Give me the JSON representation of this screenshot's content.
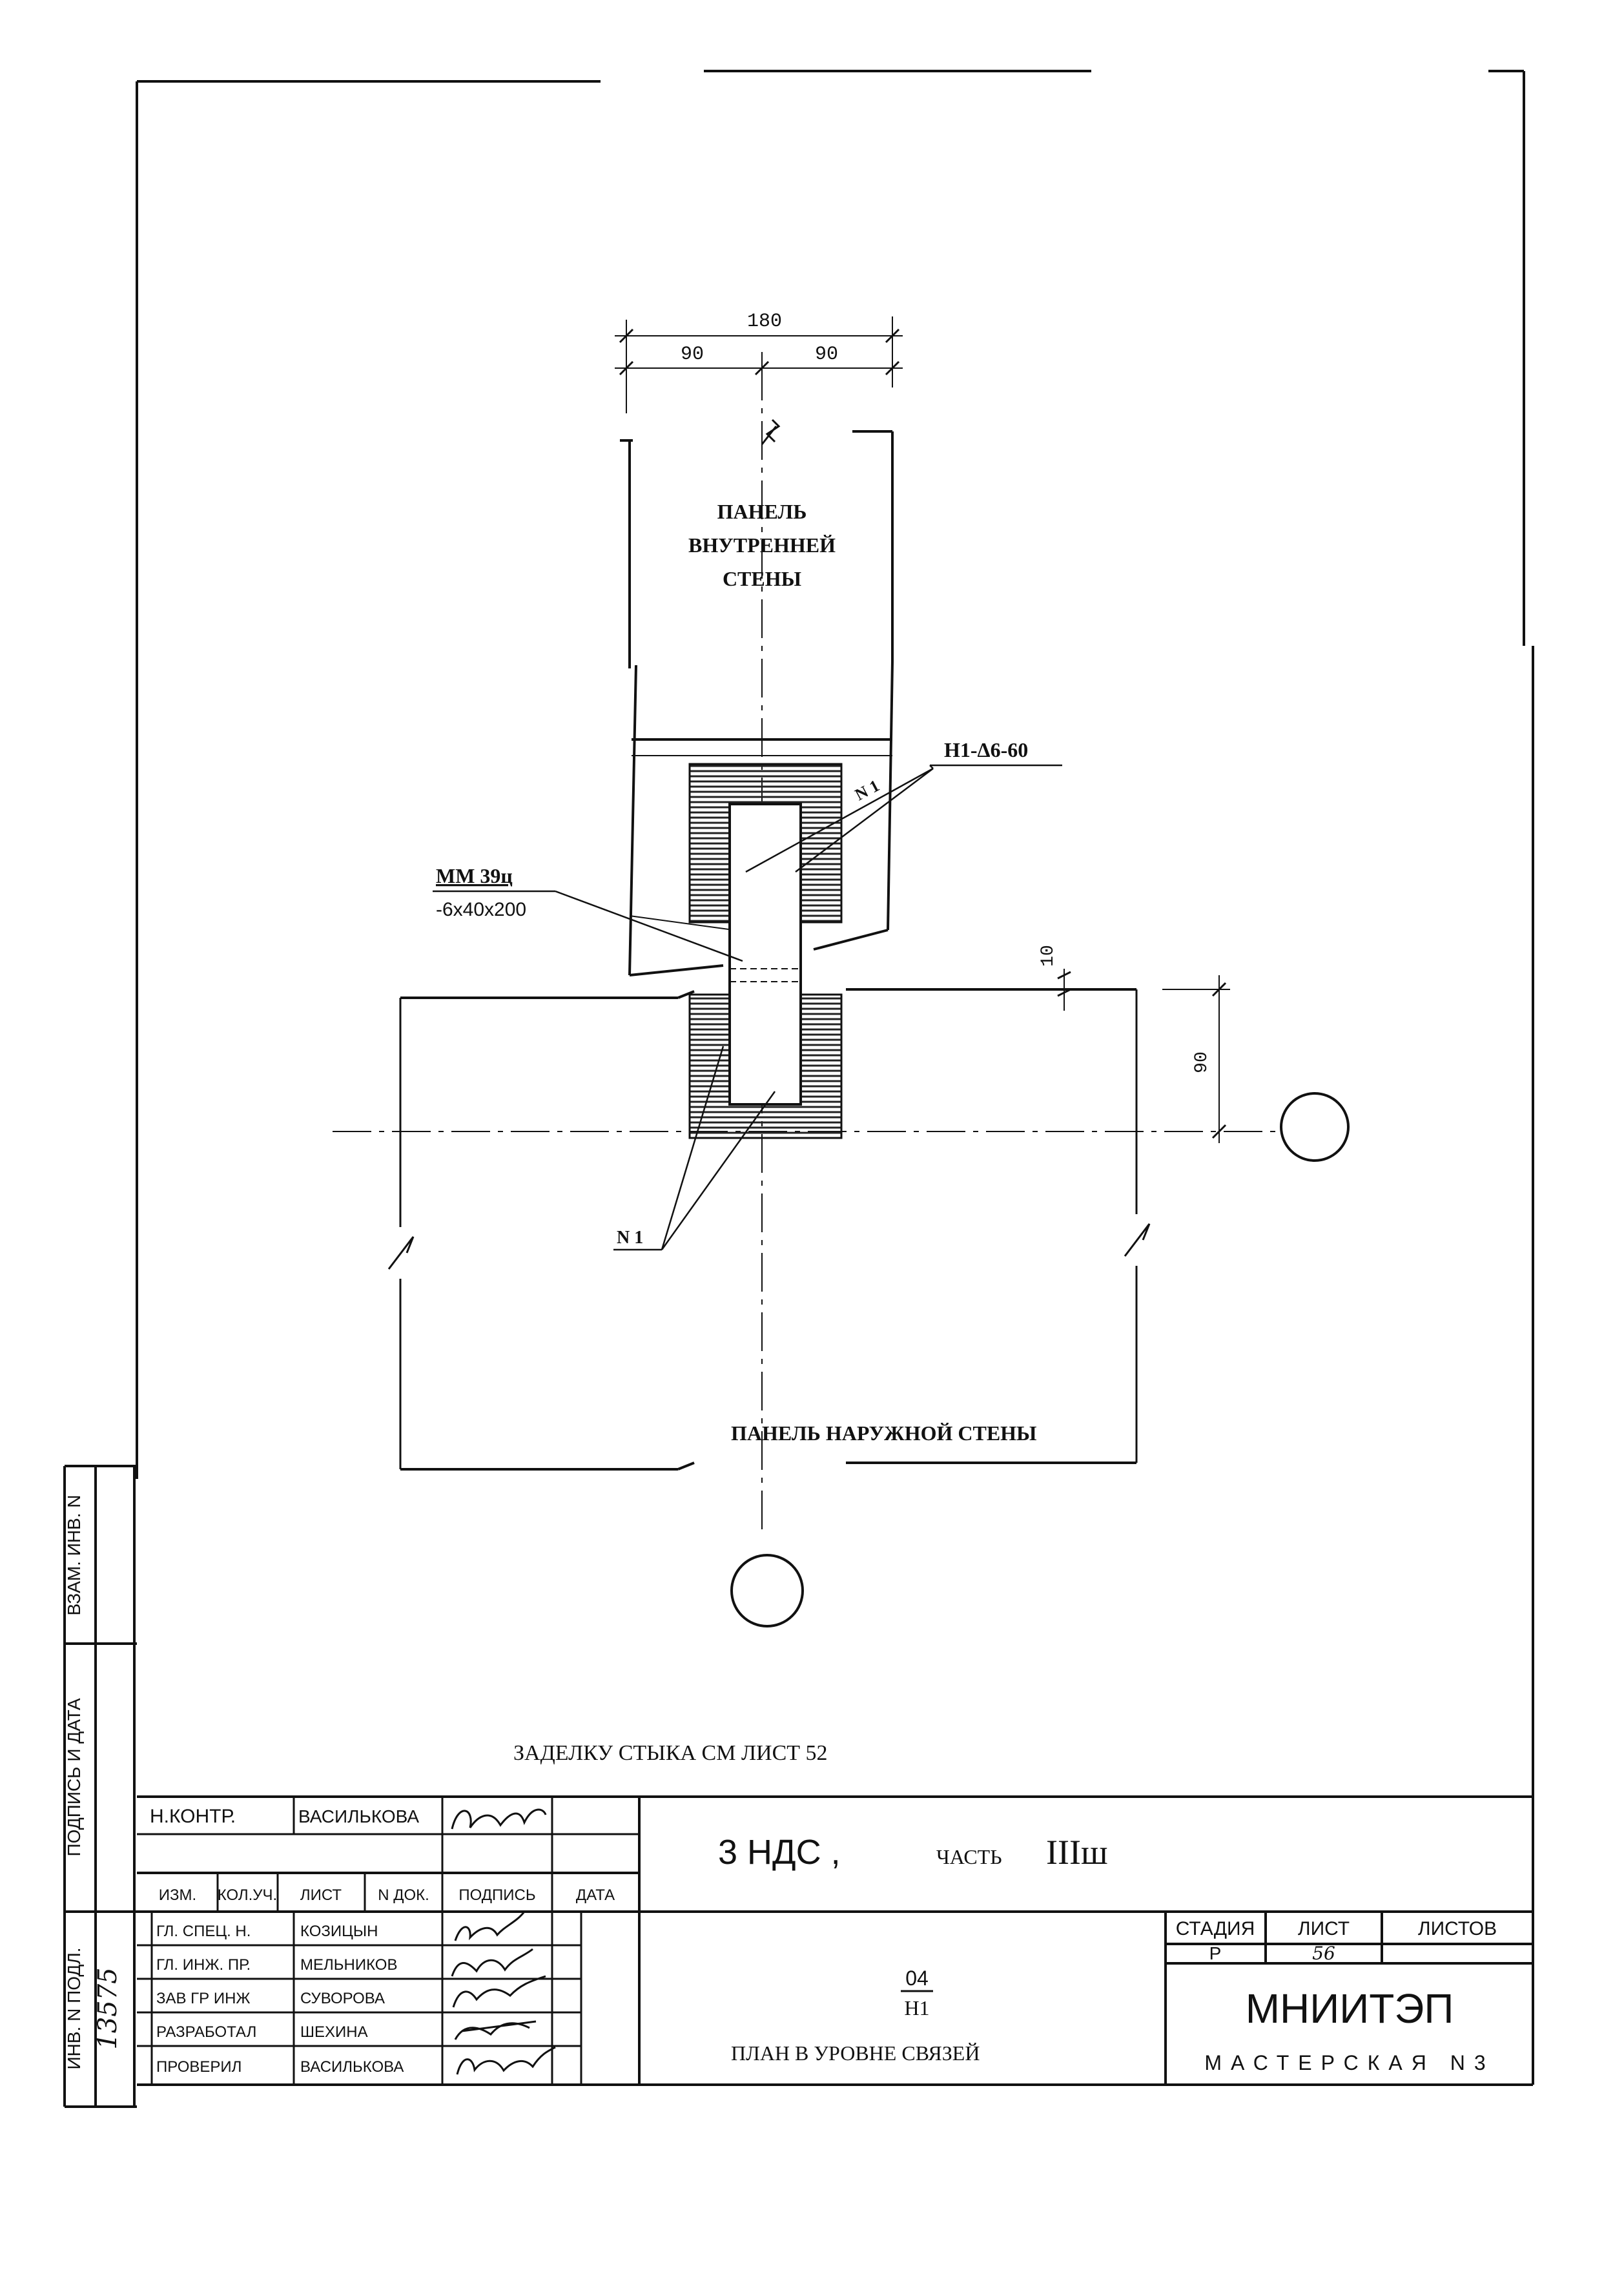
{
  "dimensions": {
    "total": "180",
    "left_half": "90",
    "right_half": "90",
    "gap": "10",
    "offset": "90"
  },
  "labels": {
    "inner_panel": [
      "ПАНЕЛЬ",
      "ВНУТРЕННЕЙ",
      "СТЕНЫ"
    ],
    "outer_panel": "ПАНЕЛЬ НАРУЖНОЙ СТЕНЫ",
    "weld": "Н1-Δ6-60",
    "plate_mark": "ММ 39ц",
    "plate_size": "-6х40х200",
    "n1_upper": "N 1",
    "n1_lower": "N 1",
    "note": "ЗАДЕЛКУ СТЫКА СМ ЛИСТ 52"
  },
  "side_stamp": {
    "vzam_inv": "ВЗАМ. ИНВ. N",
    "podpis_data": "ПОДПИСЬ И ДАТА",
    "inv_podl": "ИНВ. N ПОДЛ.",
    "inv_number": "13575"
  },
  "title_block": {
    "project": "3 НДС ,",
    "part_prefix": "ЧАСТЬ",
    "part_value": "IIIш",
    "doc_top": "04",
    "doc_bottom": "Н1",
    "sheet_title": "ПЛАН В УРОВНЕ СВЯЗЕЙ",
    "stage_header": "СТАДИЯ",
    "sheet_header": "ЛИСТ",
    "sheets_header": "ЛИСТОВ",
    "stage_value": "Р",
    "sheet_value": "56",
    "sheets_value": "",
    "org": "МНИИТЭП",
    "workshop": "МАСТЕРСКАЯ N3",
    "header_row": [
      "ИЗМ.",
      "КОЛ.УЧ.",
      "ЛИСТ",
      "N ДОК.",
      "ПОДПИСЬ",
      "ДАТА"
    ],
    "n_kontr": {
      "role": "Н.КОНТР.",
      "name": "ВАСИЛЬКОВА"
    },
    "signers": [
      {
        "role": "ГЛ. СПЕЦ. Н.",
        "name": "КОЗИЦЫН"
      },
      {
        "role": "ГЛ. ИНЖ. ПР.",
        "name": "МЕЛЬНИКОВ"
      },
      {
        "role": "ЗАВ ГР ИНЖ",
        "name": "СУВОРОВА"
      },
      {
        "role": "РАЗРАБОТАЛ",
        "name": "ШЕХИНА"
      },
      {
        "role": "ПРОВЕРИЛ",
        "name": "ВАСИЛЬКОВА"
      }
    ]
  }
}
